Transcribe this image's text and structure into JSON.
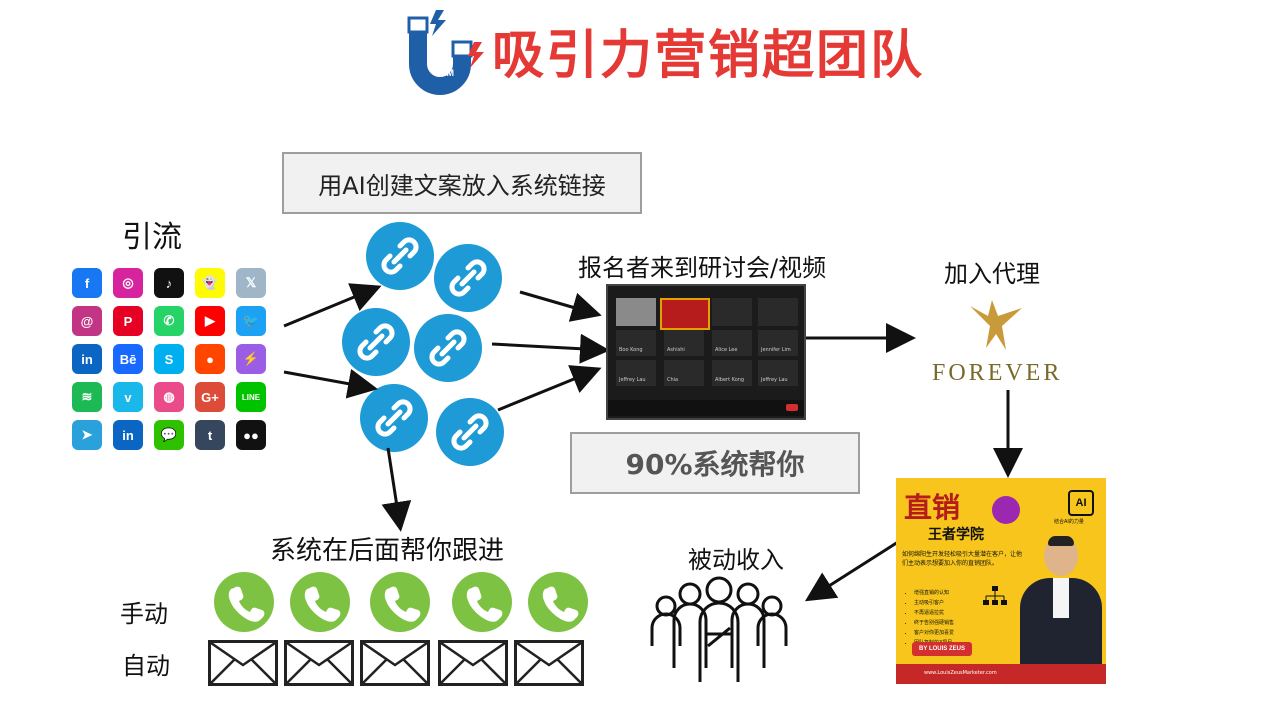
{
  "header": {
    "title": "吸引力营销超团队",
    "logo_text": "AM"
  },
  "labels": {
    "traffic": "引流",
    "ai_box": "用AI创建文案放入系统链接",
    "register": "报名者来到研讨会/视频",
    "join": "加入代理",
    "system_90": "90%系统帮你",
    "follow_up": "系统在后面帮你跟进",
    "passive_income": "被动收入",
    "manual": "手动",
    "auto": "自动"
  },
  "brand": {
    "name": "FOREVER"
  },
  "meeting": {
    "names": [
      "Boo Kong",
      "Ashishi",
      "Alice Lee",
      "Jennifer Lim",
      "Jeffrey Lau",
      "Chia",
      "Albert Kong",
      "Jeffrey Lau"
    ]
  },
  "poster": {
    "title": "直销",
    "subtitle": "王者学院",
    "ai_badge": "AI",
    "ai_caption": "结合AI的力量",
    "intro": "如何绵阳生开发轻松吸引大量潜在客户，让他们主动表示想要加入你的直销团队。",
    "bullets": [
      "增强直销的认知",
      "主动吸引客户",
      "不再逼逼拉扰",
      "终于告别强硬销售",
      "客户对你更加喜爱",
      "团队复制的3把尺"
    ],
    "by": "BY LOUIS ZEUS",
    "url": "www.LouisZeusMarketer.com"
  },
  "social": [
    {
      "name": "facebook",
      "glyph": "f",
      "color": "#1877f2"
    },
    {
      "name": "instagram",
      "glyph": "◎",
      "color": "#d6249f"
    },
    {
      "name": "tiktok",
      "glyph": "♪",
      "color": "#111111"
    },
    {
      "name": "snapchat",
      "glyph": "👻",
      "color": "#fffc00"
    },
    {
      "name": "x",
      "glyph": "𝕏",
      "color": "#9fb6c8"
    },
    {
      "name": "threads",
      "glyph": "@",
      "color": "#c13584"
    },
    {
      "name": "pinterest",
      "glyph": "P",
      "color": "#e60023"
    },
    {
      "name": "whatsapp",
      "glyph": "✆",
      "color": "#25d366"
    },
    {
      "name": "youtube",
      "glyph": "▶",
      "color": "#ff0000"
    },
    {
      "name": "twitter",
      "glyph": "🐦",
      "color": "#1da1f2"
    },
    {
      "name": "linkedin",
      "glyph": "in",
      "color": "#0a66c2"
    },
    {
      "name": "behance",
      "glyph": "Bē",
      "color": "#1769ff"
    },
    {
      "name": "skype",
      "glyph": "S",
      "color": "#00aff0"
    },
    {
      "name": "reddit",
      "glyph": "●",
      "color": "#ff4500"
    },
    {
      "name": "messenger",
      "glyph": "⚡",
      "color": "#9b5de5"
    },
    {
      "name": "spotify",
      "glyph": "≋",
      "color": "#1db954"
    },
    {
      "name": "vimeo",
      "glyph": "v",
      "color": "#1ab7ea"
    },
    {
      "name": "dribbble",
      "glyph": "◍",
      "color": "#ea4c89"
    },
    {
      "name": "googleplus",
      "glyph": "G+",
      "color": "#dd4b39"
    },
    {
      "name": "line",
      "glyph": "LINE",
      "color": "#00c300"
    },
    {
      "name": "telegram",
      "glyph": "➤",
      "color": "#2aa1da"
    },
    {
      "name": "linkedin2",
      "glyph": "in",
      "color": "#0a66c2"
    },
    {
      "name": "wechat",
      "glyph": "💬",
      "color": "#2dc100"
    },
    {
      "name": "tumblr",
      "glyph": "t",
      "color": "#36465d"
    },
    {
      "name": "flickr",
      "glyph": "●●",
      "color": "#111111"
    }
  ]
}
